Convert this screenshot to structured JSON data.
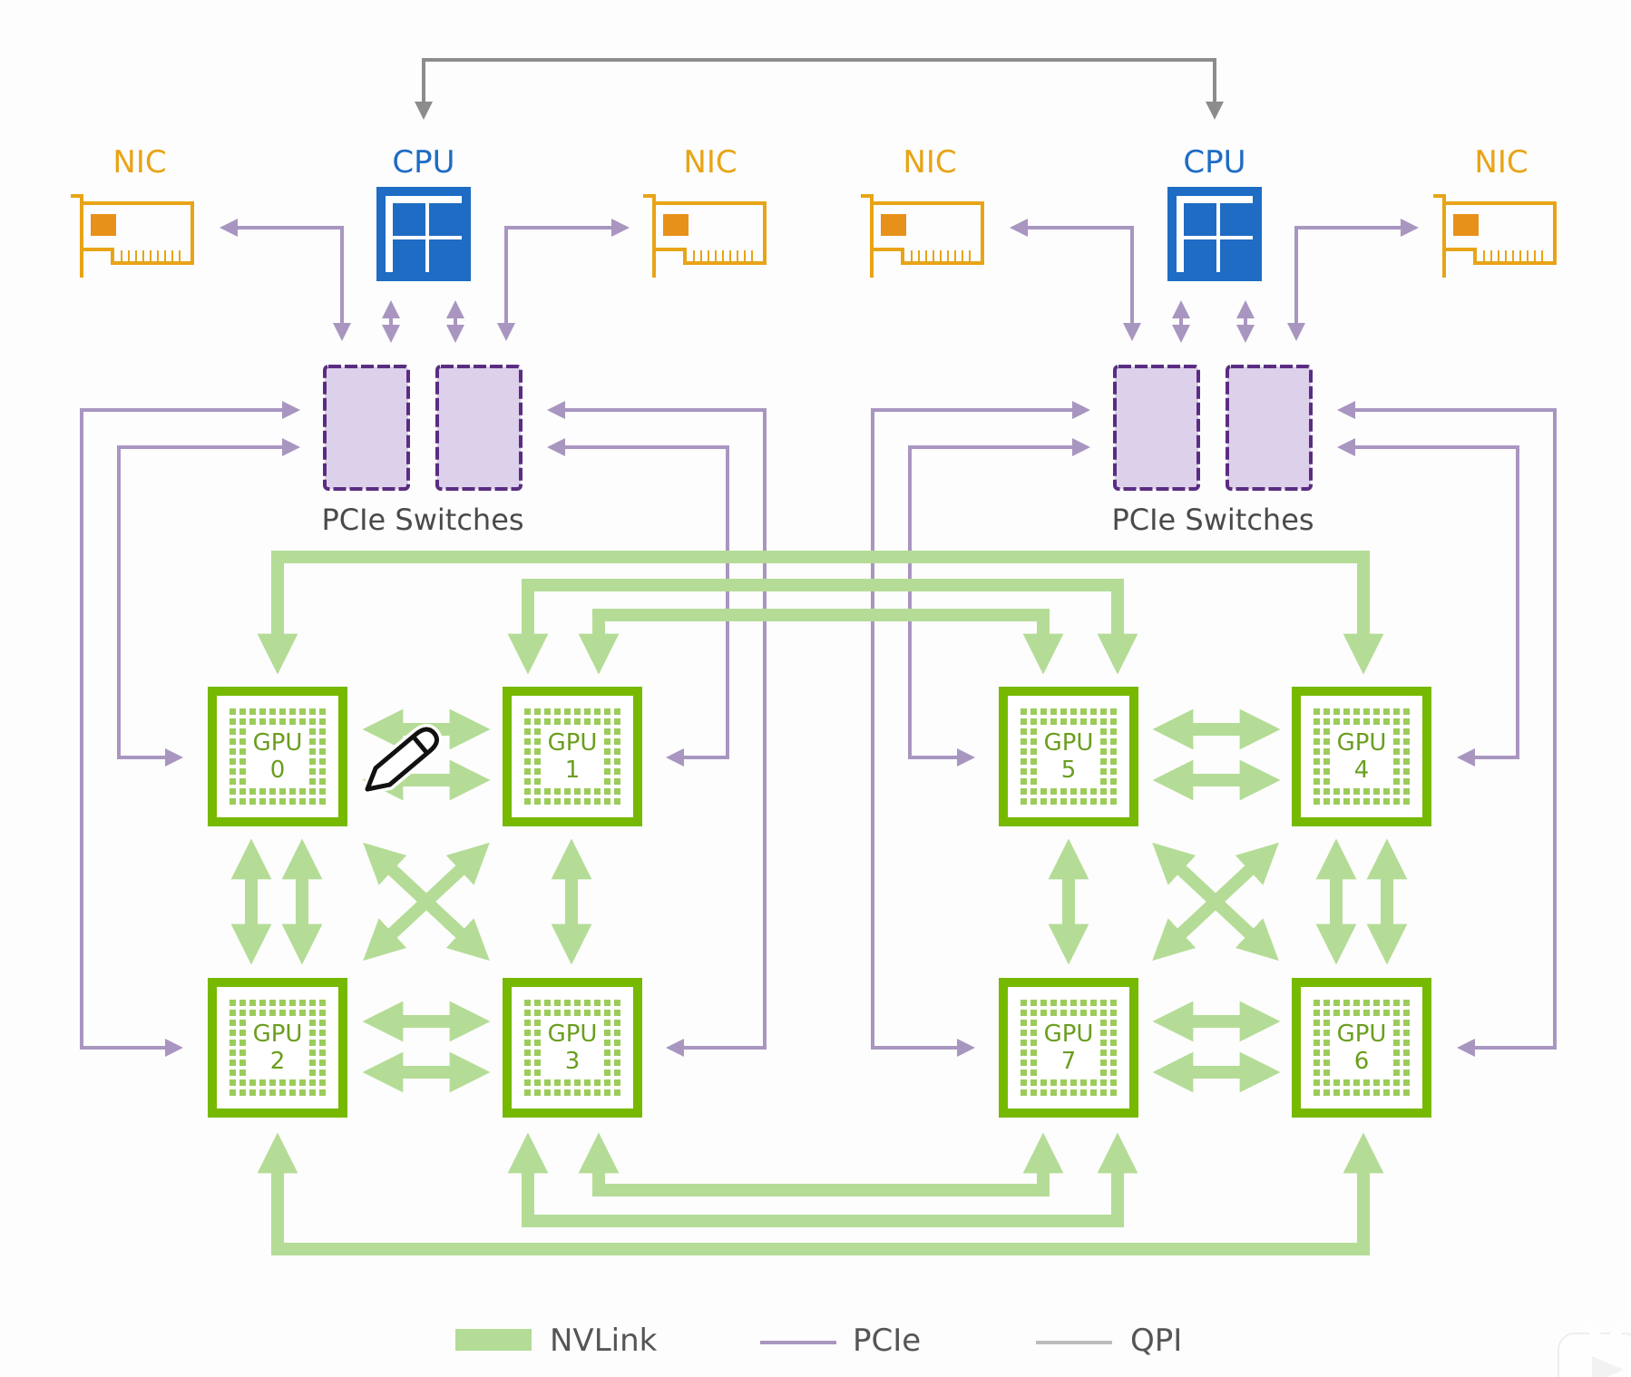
{
  "colors": {
    "nvlink": "#b4dc96",
    "gpu": "#76b900",
    "gpu_text": "#6a9e1e",
    "pcie": "#a896c0",
    "pcie_switch_fill": "#ddd0ea",
    "pcie_switch_stroke": "#5a2d82",
    "qpi": "#8c8c8c",
    "cpu": "#1f6cc4",
    "nic": "#e8a417",
    "nic_chip": "#e8911a",
    "label_text": "#4a4a4a"
  },
  "nodes": {
    "cpus": [
      {
        "label": "CPU"
      },
      {
        "label": "CPU"
      }
    ],
    "nics": [
      {
        "label": "NIC"
      },
      {
        "label": "NIC"
      },
      {
        "label": "NIC"
      },
      {
        "label": "NIC"
      }
    ],
    "pcie_switch_groups": [
      {
        "label": "PCIe Switches"
      },
      {
        "label": "PCIe Switches"
      }
    ],
    "gpus": [
      {
        "name": "GPU",
        "index": "0"
      },
      {
        "name": "GPU",
        "index": "1"
      },
      {
        "name": "GPU",
        "index": "2"
      },
      {
        "name": "GPU",
        "index": "3"
      },
      {
        "name": "GPU",
        "index": "5"
      },
      {
        "name": "GPU",
        "index": "4"
      },
      {
        "name": "GPU",
        "index": "7"
      },
      {
        "name": "GPU",
        "index": "6"
      }
    ]
  },
  "legend": [
    {
      "key": "nvlink",
      "label": "NVLink"
    },
    {
      "key": "pcie",
      "label": "PCIe"
    },
    {
      "key": "qpi",
      "label": "QPI"
    }
  ],
  "overlay": {
    "cursor": "pencil-cursor-icon",
    "watermark": "tv-logo-icon"
  }
}
